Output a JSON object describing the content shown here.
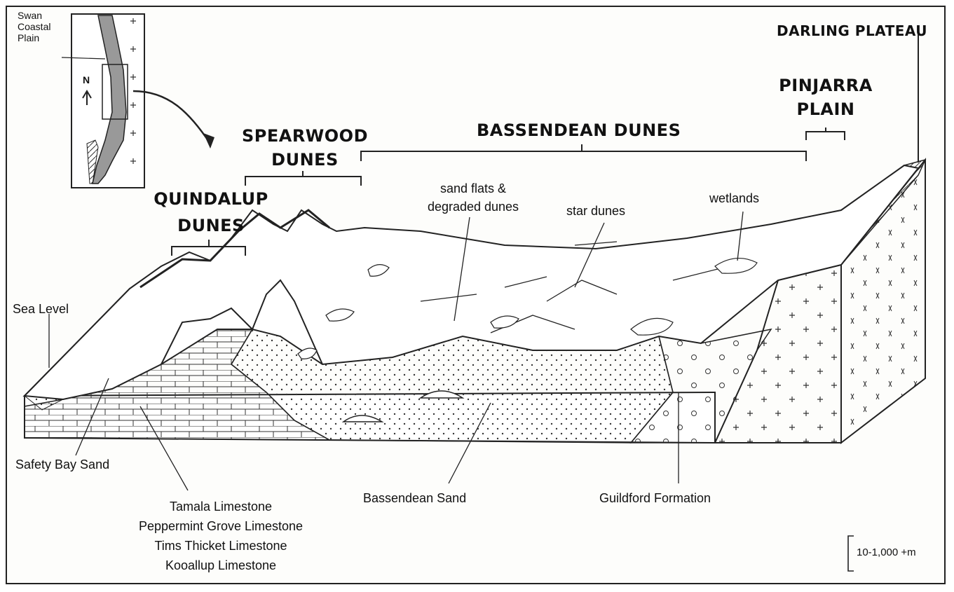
{
  "inset": {
    "label_lines": [
      "Swan",
      "Coastal",
      "Plain"
    ],
    "north": "N"
  },
  "headings": {
    "darling_plateau": "DARLING PLATEAU",
    "pinjarra": [
      "PINJARRA",
      "PLAIN"
    ],
    "bassendean_dunes": "BASSENDEAN DUNES",
    "spearwood": [
      "SPEARWOOD",
      "DUNES"
    ],
    "quindalup": [
      "QUINDALUP",
      "DUNES"
    ]
  },
  "labels": {
    "sand_flats": [
      "sand flats &",
      "degraded dunes"
    ],
    "star_dunes": "star dunes",
    "wetlands": "wetlands",
    "sea_level": "Sea Level",
    "safety_bay": "Safety Bay Sand",
    "limestones": [
      "Tamala Limestone",
      "Peppermint Grove Limestone",
      "Tims Thicket Limestone",
      "Kooallup Limestone"
    ],
    "bassendean_sand": "Bassendean Sand",
    "guildford": "Guildford Formation",
    "scale": "10-1,000 +m"
  }
}
